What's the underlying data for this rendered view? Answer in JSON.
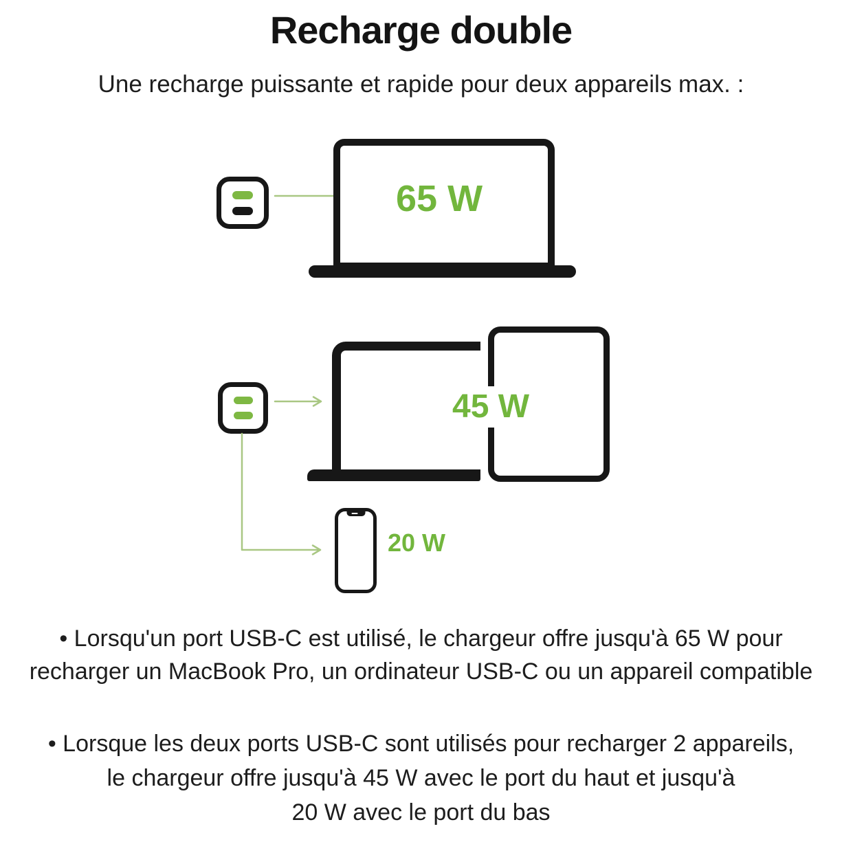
{
  "header": {
    "title": "Recharge double",
    "subtitle": "Une recharge puissante et rapide pour deux appareils max. :"
  },
  "diagram": {
    "single_port": {
      "wattage_label": "65 W",
      "charger_icon": "dual-port-usb-c-charger",
      "device_icon": "laptop"
    },
    "dual_port": {
      "laptop_tablet_wattage_label": "45 W",
      "phone_wattage_label": "20 W",
      "charger_icon": "dual-port-usb-c-charger",
      "device_icons": [
        "laptop",
        "tablet",
        "phone"
      ]
    }
  },
  "colors": {
    "ink": "#171717",
    "accent_green": "#72b63d",
    "port_green": "#7eb843",
    "arrow_green": "#a9c783"
  },
  "bullets": [
    {
      "lines": [
        "• Lorsqu'un port USB-C est utilisé, le chargeur offre jusqu'à 65 W pour",
        "recharger un MacBook Pro, un ordinateur USB-C ou un appareil compatible"
      ]
    },
    {
      "lines": [
        "• Lorsque les deux ports USB-C sont utilisés pour recharger 2 appareils,",
        "le chargeur offre jusqu'à 45 W avec le port du haut et jusqu'à",
        "20 W avec le port du bas"
      ]
    }
  ]
}
